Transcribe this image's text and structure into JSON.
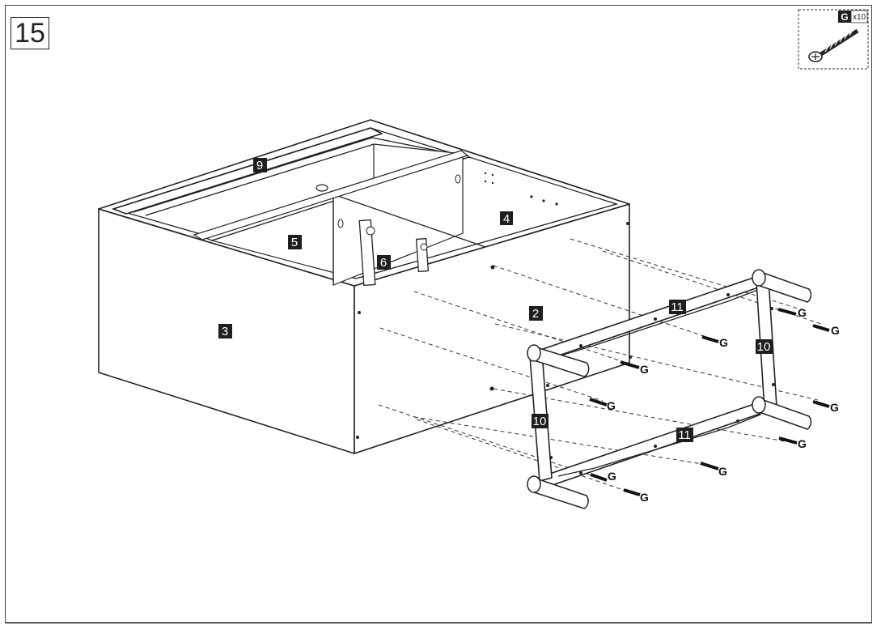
{
  "step": {
    "number": "15"
  },
  "hardware": {
    "letter": "G",
    "quantity": "x10"
  },
  "parts": {
    "p2": "2",
    "p3": "3",
    "p4": "4",
    "p5": "5",
    "p6": "6",
    "p9": "9",
    "p10a": "10",
    "p10b": "10",
    "p11a": "11",
    "p11b": "11"
  },
  "screw_labels": [
    "G",
    "G",
    "G",
    "G",
    "G",
    "G",
    "G",
    "G",
    "G",
    "G"
  ],
  "colors": {
    "line": "#222222",
    "label_bg": "#1e1e1e",
    "label_text": "#ffffff"
  }
}
